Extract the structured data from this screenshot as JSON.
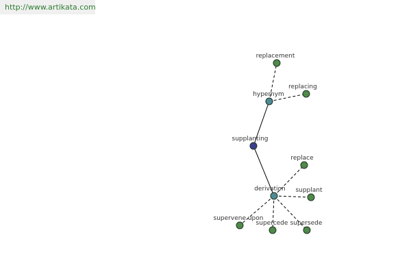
{
  "header": {
    "url": "http://www.artikata.com"
  },
  "colors": {
    "root": "#3b3f8f",
    "relation": "#4f8a94",
    "leaf": "#4f8a4a",
    "url_text": "#2e7d32"
  },
  "graph": {
    "nodes": [
      {
        "id": "supplanting",
        "label": "supplanting",
        "kind": "root"
      },
      {
        "id": "hypernym",
        "label": "hypernym",
        "kind": "relation"
      },
      {
        "id": "derivation",
        "label": "derivation",
        "kind": "relation"
      },
      {
        "id": "replacement",
        "label": "replacement",
        "kind": "leaf"
      },
      {
        "id": "replacing",
        "label": "replacing",
        "kind": "leaf"
      },
      {
        "id": "replace",
        "label": "replace",
        "kind": "leaf"
      },
      {
        "id": "supplant",
        "label": "supplant",
        "kind": "leaf"
      },
      {
        "id": "supervene-upon",
        "label": "supervene upon",
        "kind": "leaf"
      },
      {
        "id": "supercede",
        "label": "supercede",
        "kind": "leaf"
      },
      {
        "id": "supersede",
        "label": "supersede",
        "kind": "leaf"
      }
    ],
    "edges": [
      {
        "from": "supplanting",
        "to": "hypernym",
        "style": "solid"
      },
      {
        "from": "supplanting",
        "to": "derivation",
        "style": "solid"
      },
      {
        "from": "hypernym",
        "to": "replacement",
        "style": "dashed"
      },
      {
        "from": "hypernym",
        "to": "replacing",
        "style": "dashed"
      },
      {
        "from": "derivation",
        "to": "replace",
        "style": "dashed"
      },
      {
        "from": "derivation",
        "to": "supplant",
        "style": "dashed"
      },
      {
        "from": "derivation",
        "to": "supervene-upon",
        "style": "dashed"
      },
      {
        "from": "derivation",
        "to": "supercede",
        "style": "dashed"
      },
      {
        "from": "derivation",
        "to": "supersede",
        "style": "dashed"
      }
    ]
  }
}
